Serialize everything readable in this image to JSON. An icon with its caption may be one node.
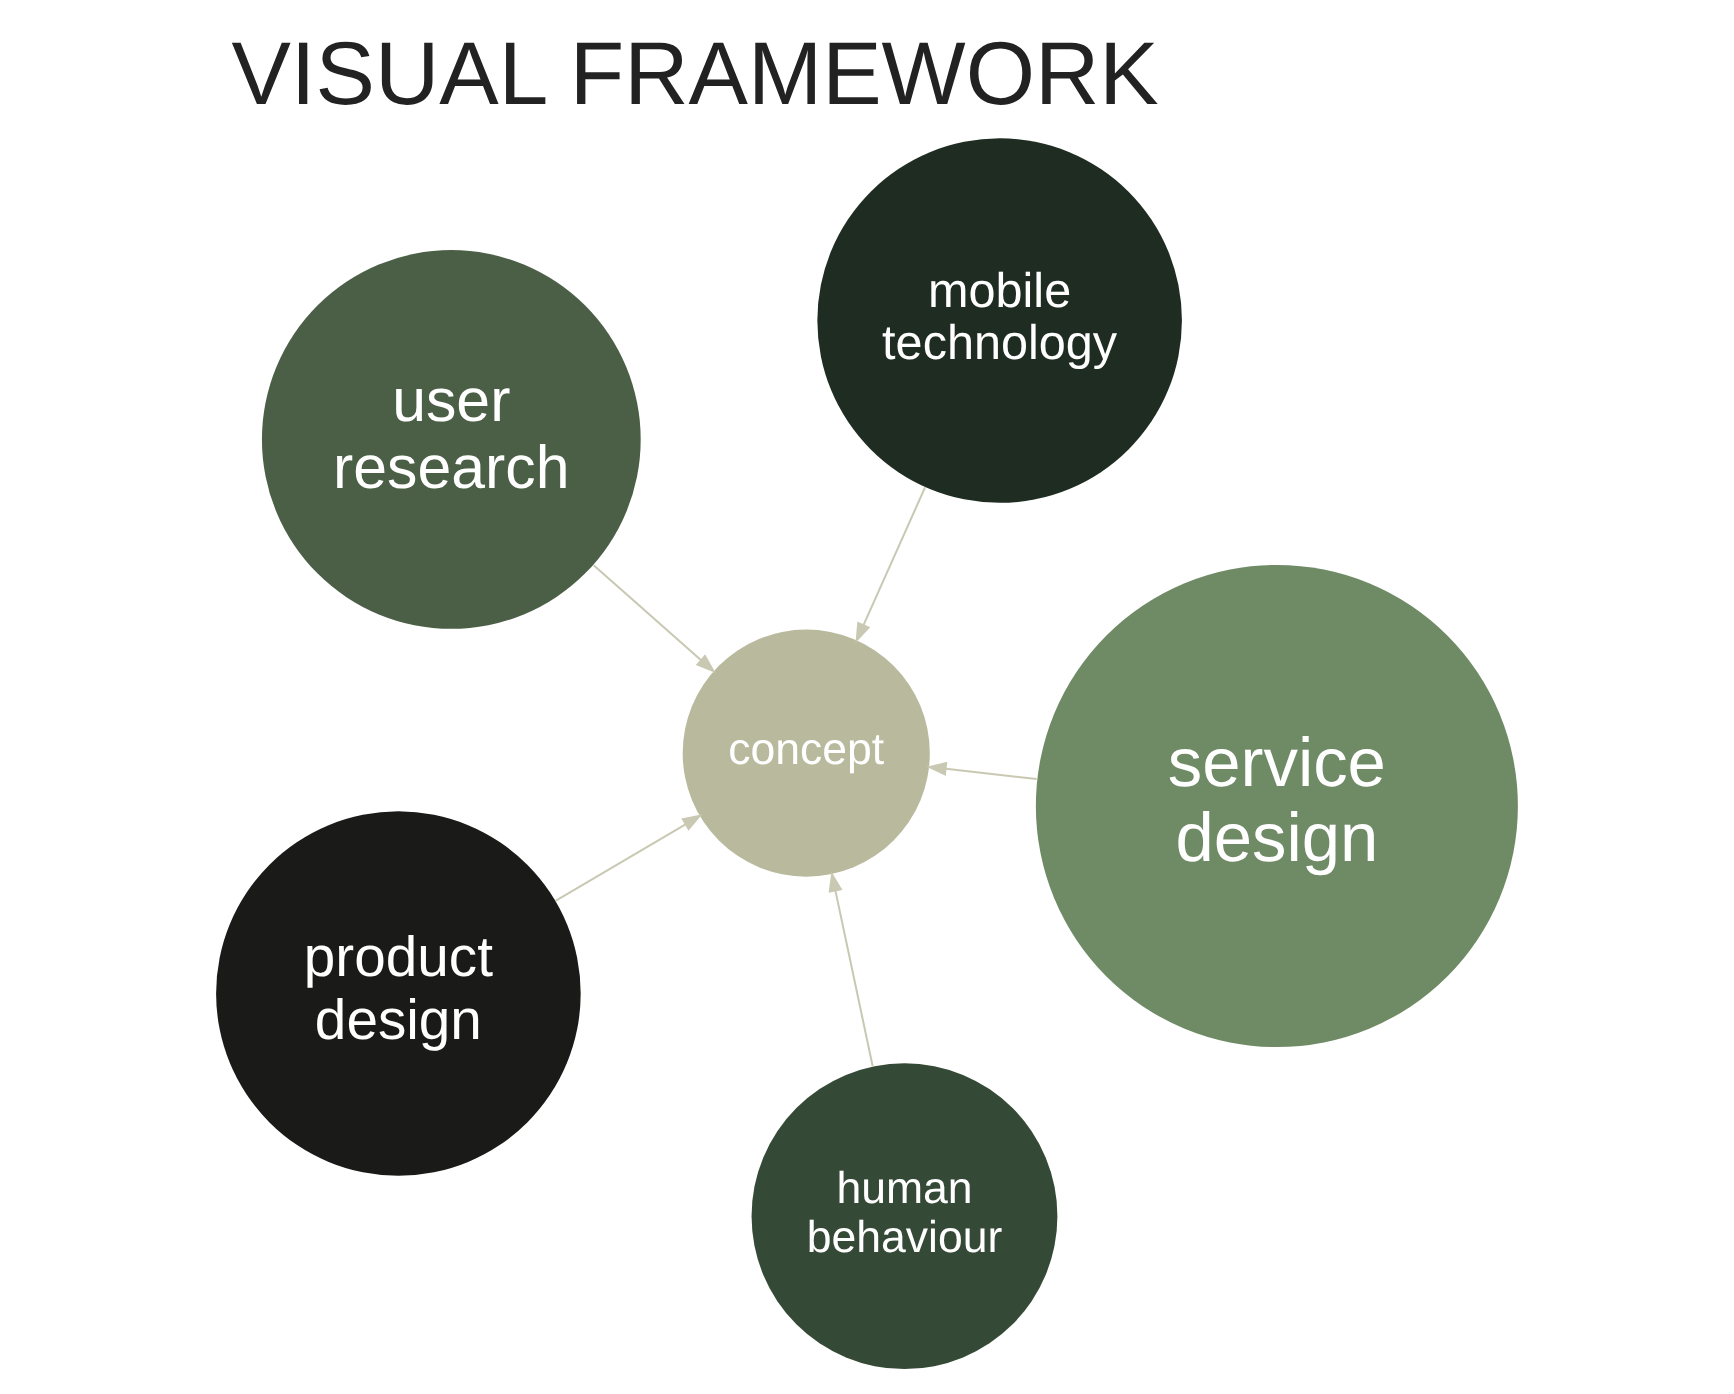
{
  "diagram": {
    "title": "VISUAL FRAMEWORK",
    "nodes": [
      {
        "text": [
          "user research"
        ]
      },
      {
        "text": [
          "service design"
        ]
      },
      {
        "text": [
          "human behaviour"
        ]
      },
      {
        "text": [
          "concept"
        ]
      },
      {
        "text": [
          "mobile technology"
        ]
      },
      {
        "text": [
          "product design"
        ]
      }
    ],
    "edges": [
      {
        "from": 0,
        "to": 3,
        "arrow": "to"
      },
      {
        "from": 2,
        "to": 3,
        "arrow": "to"
      },
      {
        "from": 1,
        "to": 3,
        "arrow": "to"
      },
      {
        "from": 5,
        "to": 3,
        "arrow": "to"
      },
      {
        "from": 4,
        "to": 3,
        "arrow": "to"
      }
    ]
  }
}
